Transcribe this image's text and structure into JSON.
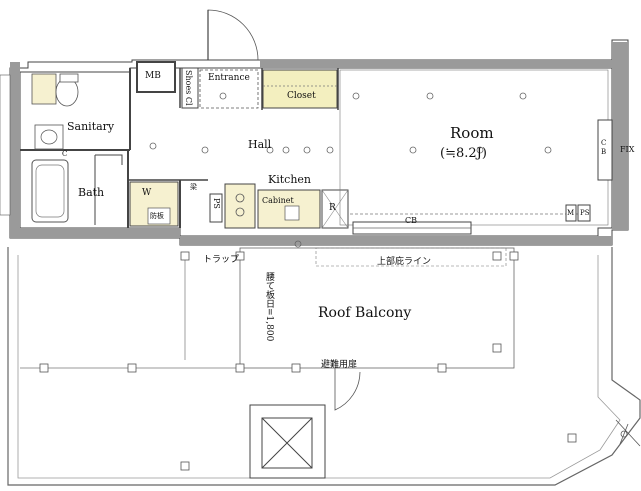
{
  "rooms": {
    "mb": "MB",
    "shoes_cl": "Shoes Cl",
    "entrance": "Entrance",
    "closet": "Closet",
    "sanitary": "Sanitary",
    "bath": "Bath",
    "w": "W",
    "hall": "Hall",
    "kitchen": "Kitchen",
    "cabinet": "Cabinet",
    "r": "R",
    "room": "Room",
    "room_area": "(≒8.2J)",
    "ps_left": "PS",
    "ps_right": "PS",
    "m": "M",
    "cb_bottom": "CB",
    "cb_right": "C\nB",
    "fix": "FIX",
    "c_small": "C",
    "washer_pan": "防板",
    "wall_tag": "梁"
  },
  "balcony": {
    "title": "Roof Balcony",
    "trap": "トラップ",
    "upper_eave_line": "上部庇ライン",
    "height_note": "腰て板日=1,800",
    "evac_door": "避難用扉"
  },
  "colors": {
    "wall": "#4a4a4a",
    "wall_fill": "#8f8f8f",
    "closet_fill": "#f3efbf",
    "floor_tile": "#ffffff",
    "line": "#555555"
  }
}
